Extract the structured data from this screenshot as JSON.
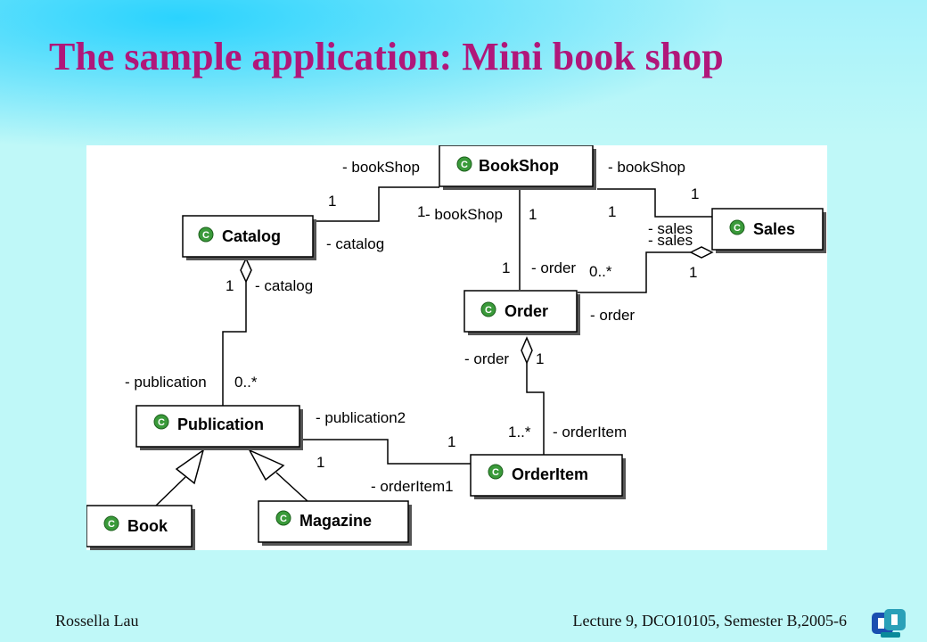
{
  "slide": {
    "title": "The sample application: Mini book shop",
    "footer_left": "Rossella Lau",
    "footer_right": "Lecture 9, DCO10105, Semester B,2005-6"
  },
  "diagram": {
    "classes": {
      "bookshop": "BookShop",
      "catalog": "Catalog",
      "sales": "Sales",
      "order": "Order",
      "publication": "Publication",
      "orderitem": "OrderItem",
      "book": "Book",
      "magazine": "Magazine"
    },
    "class_marker": "C",
    "labels": {
      "bookshop_left_role": "- bookShop",
      "bookshop_right_role": "- bookShop",
      "catalog_mult_one": "1",
      "catalog_role": "- catalog",
      "bookshop_center_mult": "1",
      "bookshop_center_role": "- bookShop",
      "bookshop_order_mult": "1",
      "bookshop_sales_mult_top": "1",
      "bookshop_sales_mult_left": "1",
      "sales_role_1": "- sales",
      "sales_role_2": "- sales",
      "sales_mult": "1",
      "order_mult_top": "1",
      "order_role_top": "- order",
      "order_many": "0..*",
      "order_role_right": "- order",
      "catalog_agg_mult": "1",
      "catalog_agg_role": "- catalog",
      "order_agg_role": "- order",
      "order_agg_mult": "1",
      "publication_role": "- publication",
      "publication_many": "0..*",
      "publication2_role": "- publication2",
      "orderitem_mult_top": "1",
      "orderitem_many": "1..*",
      "orderitem_role": "- orderItem",
      "publication_mult_bottom": "1",
      "orderitem1_role": "- orderItem1"
    }
  }
}
